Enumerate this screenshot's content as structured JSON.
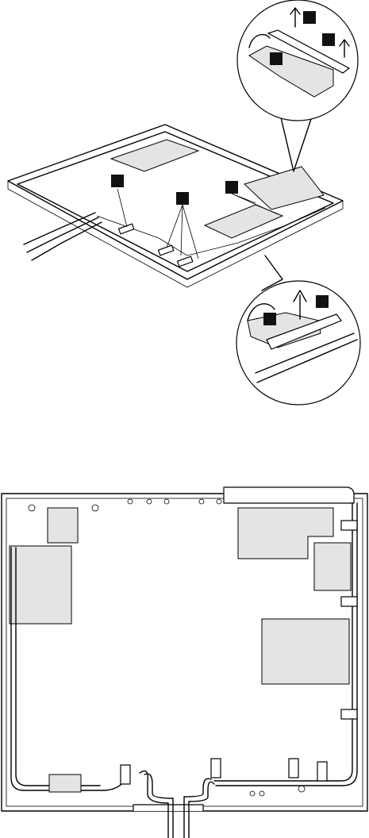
{
  "figure": {
    "top_step_badges": [
      {
        "name": "step-badge-1"
      },
      {
        "name": "step-badge-2"
      },
      {
        "name": "step-badge-3"
      }
    ],
    "callout_top_badges": [
      {
        "name": "callout-top-badge-a"
      },
      {
        "name": "callout-top-badge-b"
      },
      {
        "name": "callout-top-badge-c"
      }
    ],
    "callout_bottom_badges": [
      {
        "name": "callout-bottom-badge-a"
      },
      {
        "name": "callout-bottom-badge-b"
      }
    ],
    "colors": {
      "line": "#000000",
      "panel_fill": "#e4e4e4",
      "badge_fill": "#111111",
      "background": "#ffffff"
    }
  }
}
